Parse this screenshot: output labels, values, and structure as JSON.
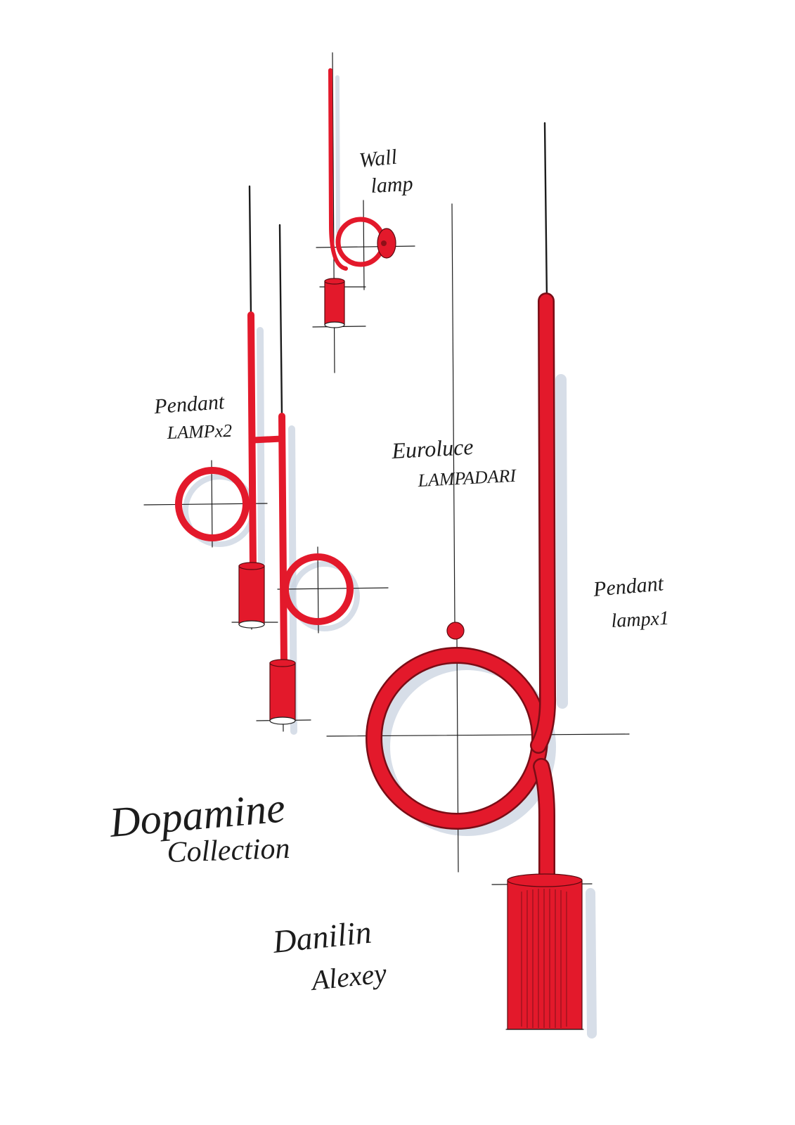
{
  "labels": {
    "wall_lamp": {
      "line1": "Wall",
      "line2": "lamp"
    },
    "pendant_x2": {
      "line1": "Pendant",
      "line2": "LAMPx2"
    },
    "euroluce": {
      "line1": "Euroluce",
      "line2": "LAMPADARI"
    },
    "pendant_x1": {
      "line1": "Pendant",
      "line2": "lampx1"
    }
  },
  "collection": {
    "line1": "Dopamine",
    "line2": "Collection"
  },
  "signature": {
    "line1": "Danilin",
    "line2": "Alexey"
  },
  "colors": {
    "lamp_red": "#e3192b",
    "ink": "#1c1c1c",
    "shadow": "#c9d3e0",
    "paper": "#ffffff"
  }
}
